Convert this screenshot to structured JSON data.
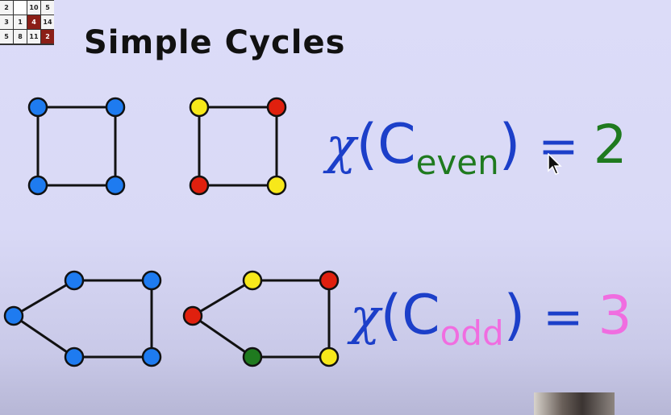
{
  "slide": {
    "title": "Simple Cycles",
    "logo_grid": [
      [
        "2",
        "",
        "10",
        "5"
      ],
      [
        "3",
        "1",
        "4",
        "14"
      ],
      [
        "5",
        "8",
        "11",
        "2"
      ]
    ],
    "logo_dark_cells": [
      "1-2",
      "2-3"
    ],
    "colors": {
      "blue": "#1e7bf0",
      "yellow": "#f7e81a",
      "red": "#e0200e",
      "green": "#1f7a1f",
      "formula_blue": "#1c3fc9",
      "even_green": "#1f7a1f",
      "odd_pink": "#f06de0"
    },
    "graphs": [
      {
        "name": "square-uncolored",
        "vertex_colors": [
          "blue",
          "blue",
          "blue",
          "blue"
        ]
      },
      {
        "name": "square-colored",
        "vertex_colors": [
          "yellow",
          "red",
          "yellow",
          "red"
        ]
      },
      {
        "name": "pentagon-uncolored",
        "vertex_colors": [
          "blue",
          "blue",
          "blue",
          "blue",
          "blue"
        ]
      },
      {
        "name": "pentagon-colored",
        "vertex_colors": [
          "red",
          "yellow",
          "red",
          "yellow",
          "green"
        ]
      }
    ],
    "formula_even": {
      "chi": "χ",
      "open": "(",
      "c": "C",
      "sub": "even",
      "close": ")",
      "eq": "=",
      "value": "2"
    },
    "formula_odd": {
      "chi": "χ",
      "open": "(",
      "c": "C",
      "sub": "odd",
      "close": ")",
      "eq": "=",
      "value": "3"
    }
  }
}
